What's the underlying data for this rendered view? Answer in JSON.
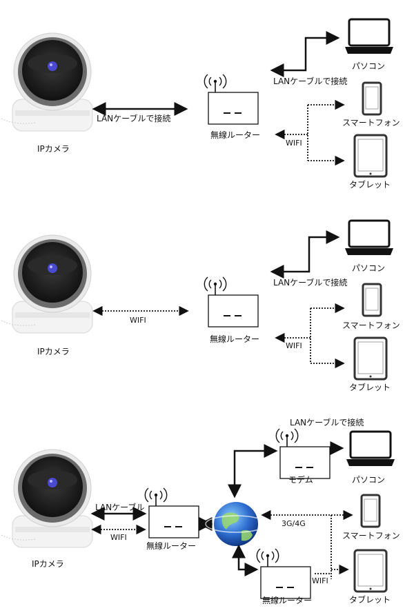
{
  "diagram_1": {
    "camera_label": "IPカメラ",
    "camera_link_label": "LANケーブルで接続",
    "router_label": "無線ルーター",
    "router_pc_link_label": "LANケーブルで接続",
    "wifi_label": "WIFI",
    "pc_label": "パソコン",
    "phone_label": "スマートフォン",
    "tablet_label": "タブレット"
  },
  "diagram_2": {
    "camera_label": "IPカメラ",
    "camera_link_label": "WIFI",
    "router_label": "無線ルーター",
    "router_pc_link_label": "LANケーブルで接続",
    "wifi_label": "WIFI",
    "pc_label": "パソコン",
    "phone_label": "スマートフォン",
    "tablet_label": "タブレット"
  },
  "diagram_3": {
    "camera_label": "IPカメラ",
    "camera_lan_label": "LANケーブル",
    "camera_wifi_label": "WIFI",
    "router_label": "無線ルーター",
    "modem_label": "モデム",
    "modem_link_label": "LANケーブルで接続",
    "mobile_label": "3G/4G",
    "router2_label": "無線ルーター",
    "router2_wifi_label": "WIFI",
    "pc_label": "パソコン",
    "phone_label": "スマートフォン",
    "tablet_label": "タブレット"
  },
  "colors": {
    "line": "#111111",
    "camera_shell": "#f2f2f2",
    "camera_lens": "#1b1b1b",
    "lens_accent": "#4a4ad0",
    "globe_blue": "#2f6fd1",
    "globe_land": "#9bd86b"
  }
}
